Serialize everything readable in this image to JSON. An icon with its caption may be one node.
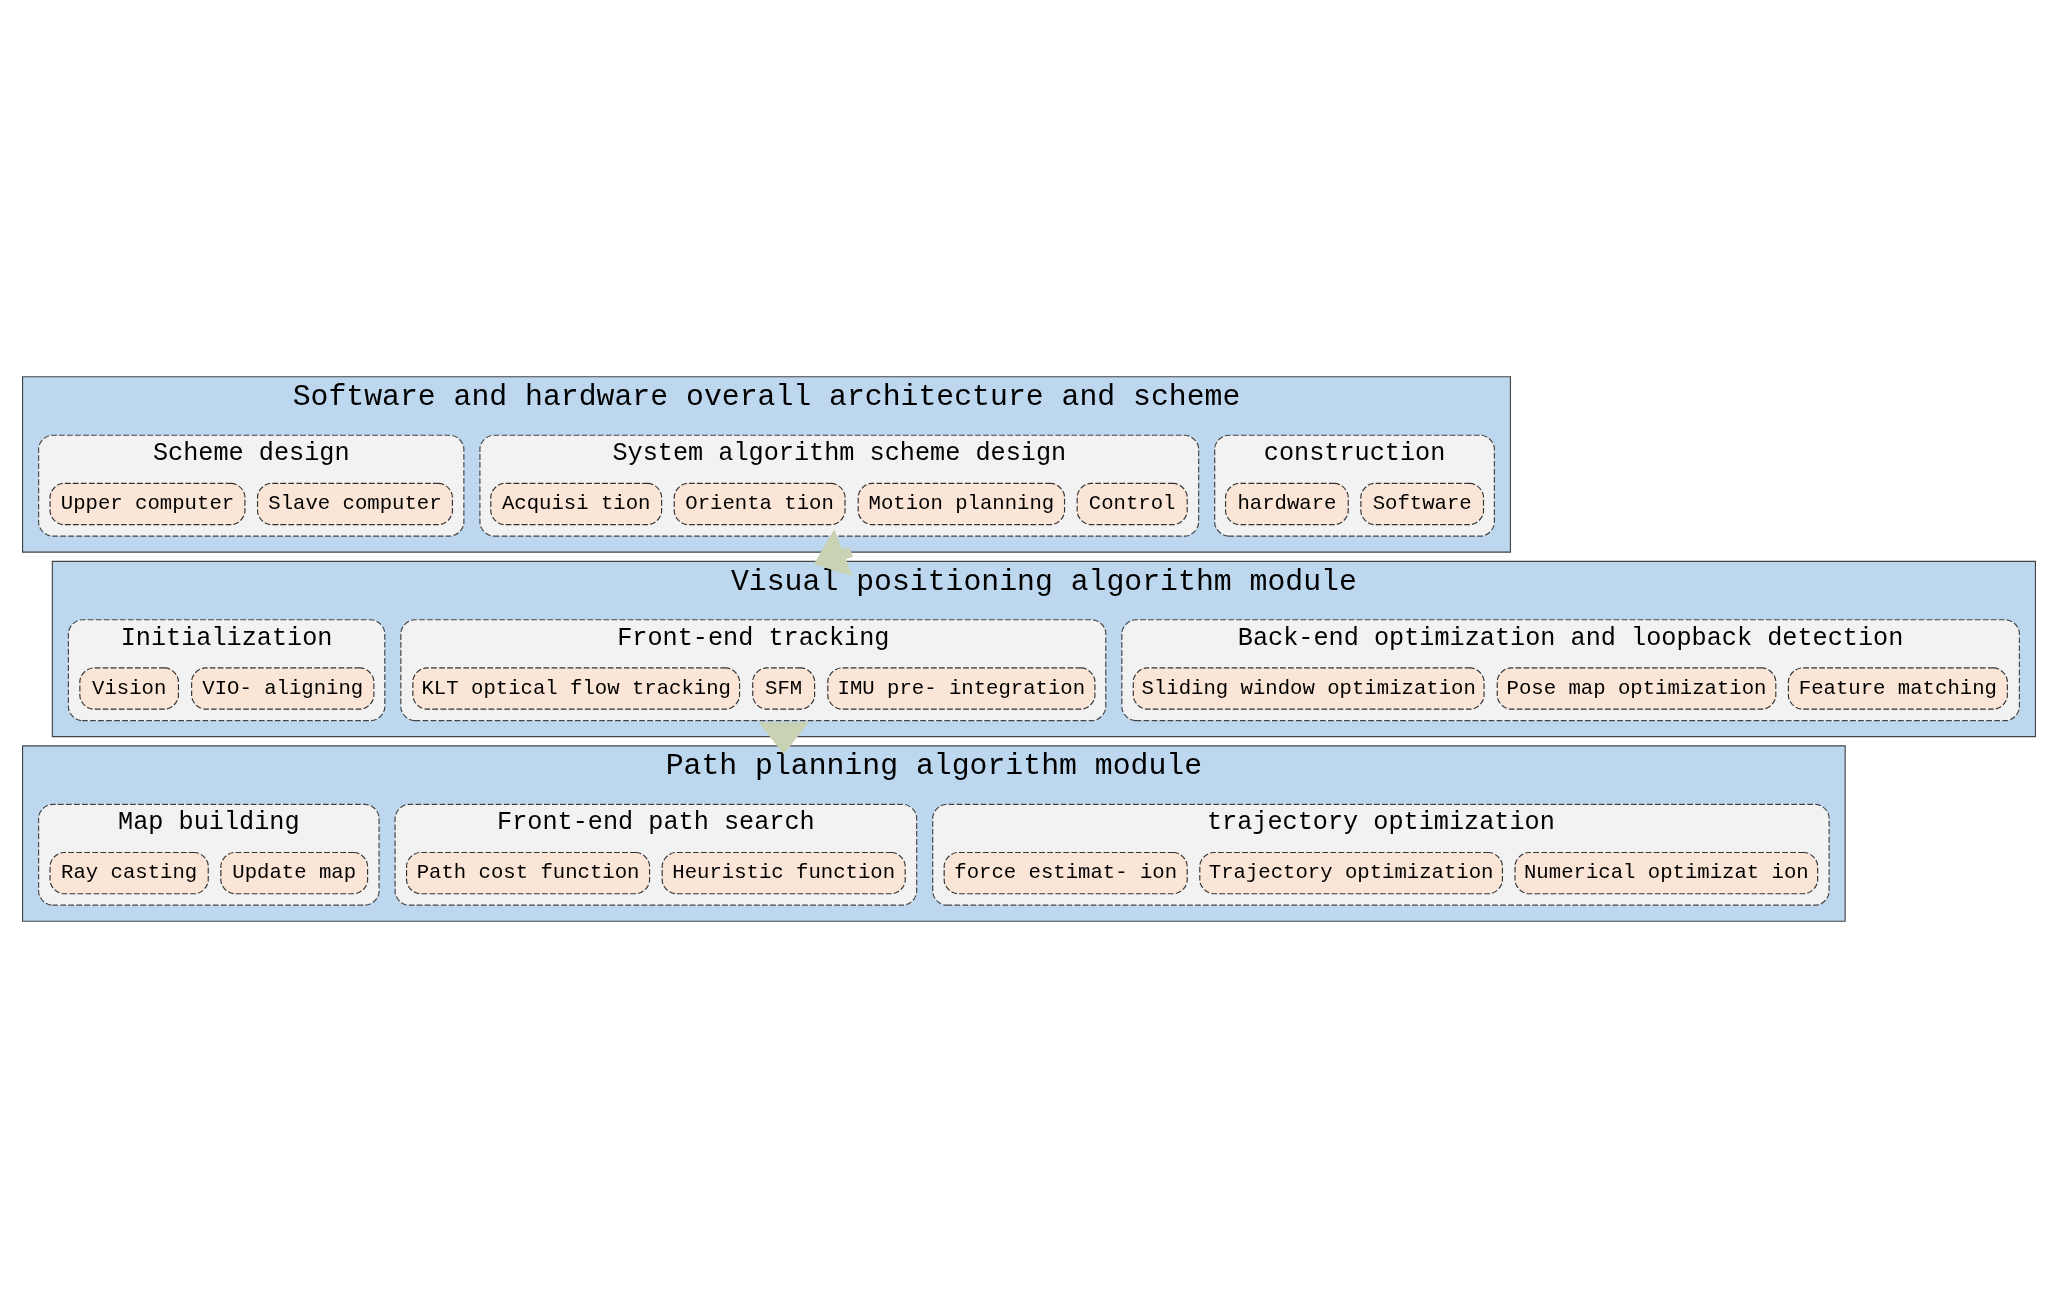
{
  "diagram": {
    "nodes": [
      {
        "text": [
          "Software and hardware overall architecture and scheme"
        ]
      },
      {
        "text": [
          "Scheme design"
        ],
        "in": 0
      },
      {
        "text": [
          "Upper computer"
        ],
        "in": 1
      },
      {
        "text": [
          "Slave computer"
        ],
        "in": 1
      },
      {
        "text": [
          "System algorithm scheme design"
        ],
        "in": 0
      },
      {
        "text": [
          "Acquisi tion"
        ],
        "in": 4
      },
      {
        "text": [
          "Orienta tion"
        ],
        "in": 4
      },
      {
        "text": [
          "Motion planning"
        ],
        "in": 4
      },
      {
        "text": [
          "Control"
        ],
        "in": 4
      },
      {
        "text": [
          "construction"
        ],
        "in": 0
      },
      {
        "text": [
          "hardware"
        ],
        "in": 9
      },
      {
        "text": [
          "Software"
        ],
        "in": 9
      },
      {
        "text": [
          "Visual positioning algorithm module"
        ]
      },
      {
        "text": [
          "Initialization"
        ],
        "in": 12
      },
      {
        "text": [
          "Vision"
        ],
        "in": 13
      },
      {
        "text": [
          "VIO- aligning"
        ],
        "in": 13
      },
      {
        "text": [
          "Front-end tracking"
        ],
        "in": 12
      },
      {
        "text": [
          "KLT optical flow tracking"
        ],
        "in": 16
      },
      {
        "text": [
          "SFM"
        ],
        "in": 16
      },
      {
        "text": [
          "IMU pre- integration"
        ],
        "in": 16
      },
      {
        "text": [
          "Back-end optimization and loopback detection"
        ],
        "in": 12
      },
      {
        "text": [
          "Sliding window optimization"
        ],
        "in": 20
      },
      {
        "text": [
          "Pose map optimization"
        ],
        "in": 20
      },
      {
        "text": [
          "Feature matching"
        ],
        "in": 20
      },
      {
        "text": [
          "Path planning algorithm module"
        ]
      },
      {
        "text": [
          "Map building"
        ],
        "in": 24
      },
      {
        "text": [
          "Ray casting"
        ],
        "in": 25
      },
      {
        "text": [
          "Update map"
        ],
        "in": 25
      },
      {
        "text": [
          "Front-end path search"
        ],
        "in": 24
      },
      {
        "text": [
          "Path cost function"
        ],
        "in": 28
      },
      {
        "text": [
          "Heuristic function"
        ],
        "in": 28
      },
      {
        "text": [
          "trajectory optimization"
        ],
        "in": 24
      },
      {
        "text": [
          "force estimat- ion"
        ],
        "in": 31
      },
      {
        "text": [
          "Trajectory optimization"
        ],
        "in": 31
      },
      {
        "text": [
          "Numerical optimizat ion"
        ],
        "in": 31
      }
    ],
    "edges": [
      {
        "from": 0,
        "to": 12,
        "arrow": "to"
      },
      {
        "from": 12,
        "to": 24,
        "arrow": "to"
      }
    ]
  }
}
